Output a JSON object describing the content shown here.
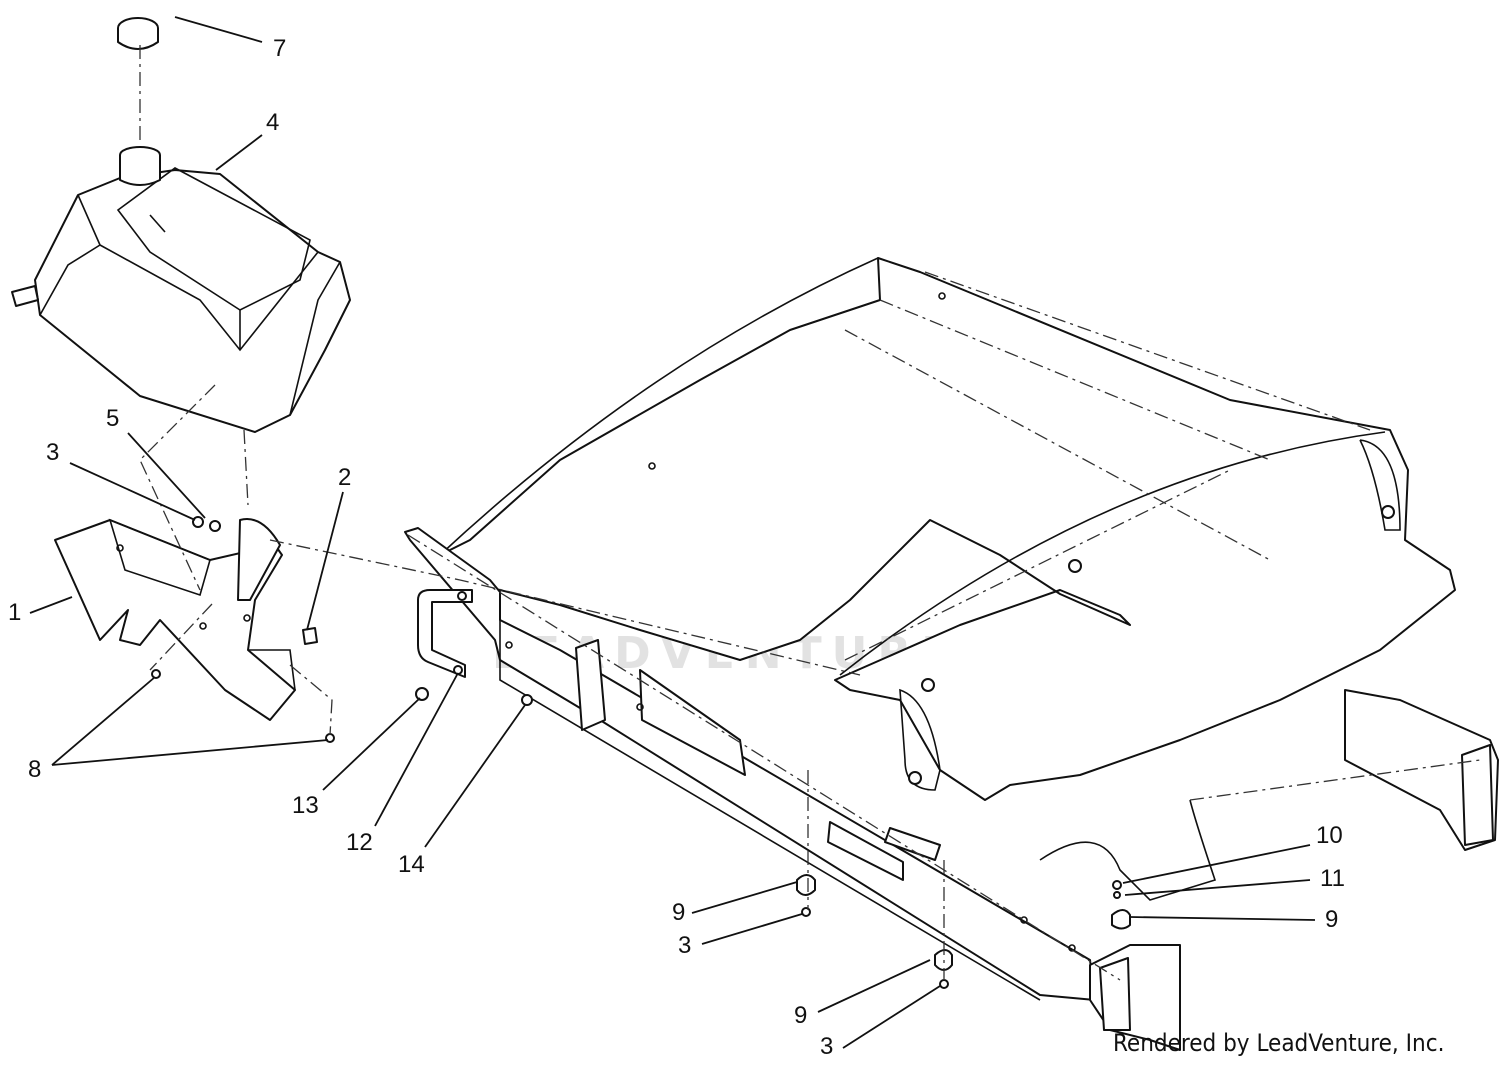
{
  "watermark": {
    "brand": "LEADVENTURE"
  },
  "credit": "Rendered by LeadVenture, Inc.",
  "callouts": [
    {
      "id": "c7",
      "label": "7"
    },
    {
      "id": "c4",
      "label": "4"
    },
    {
      "id": "c5",
      "label": "5"
    },
    {
      "id": "c3a",
      "label": "3"
    },
    {
      "id": "c2",
      "label": "2"
    },
    {
      "id": "c1",
      "label": "1"
    },
    {
      "id": "c8",
      "label": "8"
    },
    {
      "id": "c13",
      "label": "13"
    },
    {
      "id": "c12",
      "label": "12"
    },
    {
      "id": "c14",
      "label": "14"
    },
    {
      "id": "c10",
      "label": "10"
    },
    {
      "id": "c11",
      "label": "11"
    },
    {
      "id": "c9a",
      "label": "9"
    },
    {
      "id": "c9b",
      "label": "9"
    },
    {
      "id": "c3b",
      "label": "3"
    },
    {
      "id": "c9c",
      "label": "9"
    },
    {
      "id": "c3c",
      "label": "3"
    }
  ]
}
